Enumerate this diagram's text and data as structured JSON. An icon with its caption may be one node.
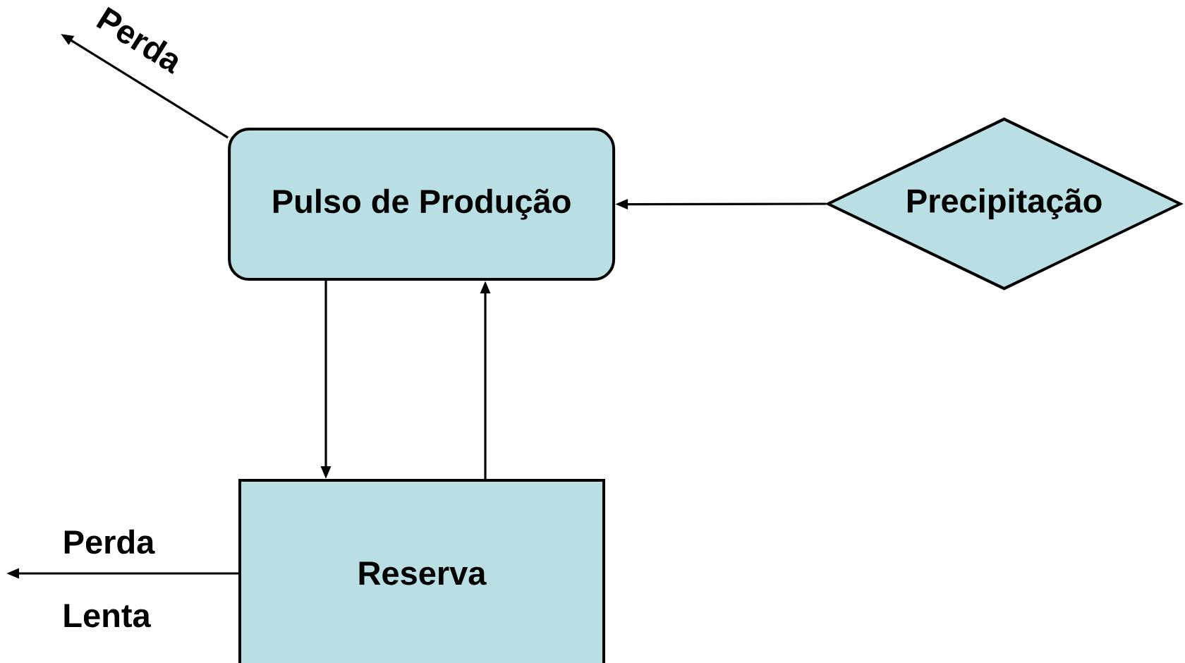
{
  "diagram": {
    "nodes": [
      {
        "text": [
          "Pulso de Produção"
        ]
      },
      {
        "text": [
          "Reserva"
        ]
      },
      {
        "text": [
          "Precipitação"
        ]
      }
    ],
    "edges": [
      {
        "from": 0,
        "to": null,
        "arrow": "to",
        "label": "Perda"
      },
      {
        "from": 0,
        "to": 1,
        "arrow": "to"
      },
      {
        "from": 1,
        "to": 0,
        "arrow": "to"
      },
      {
        "from": 2,
        "to": 0,
        "arrow": "to"
      },
      {
        "from": 1,
        "to": null,
        "arrow": "to",
        "label": "Perda"
      }
    ],
    "labels": [
      "Lenta"
    ]
  }
}
